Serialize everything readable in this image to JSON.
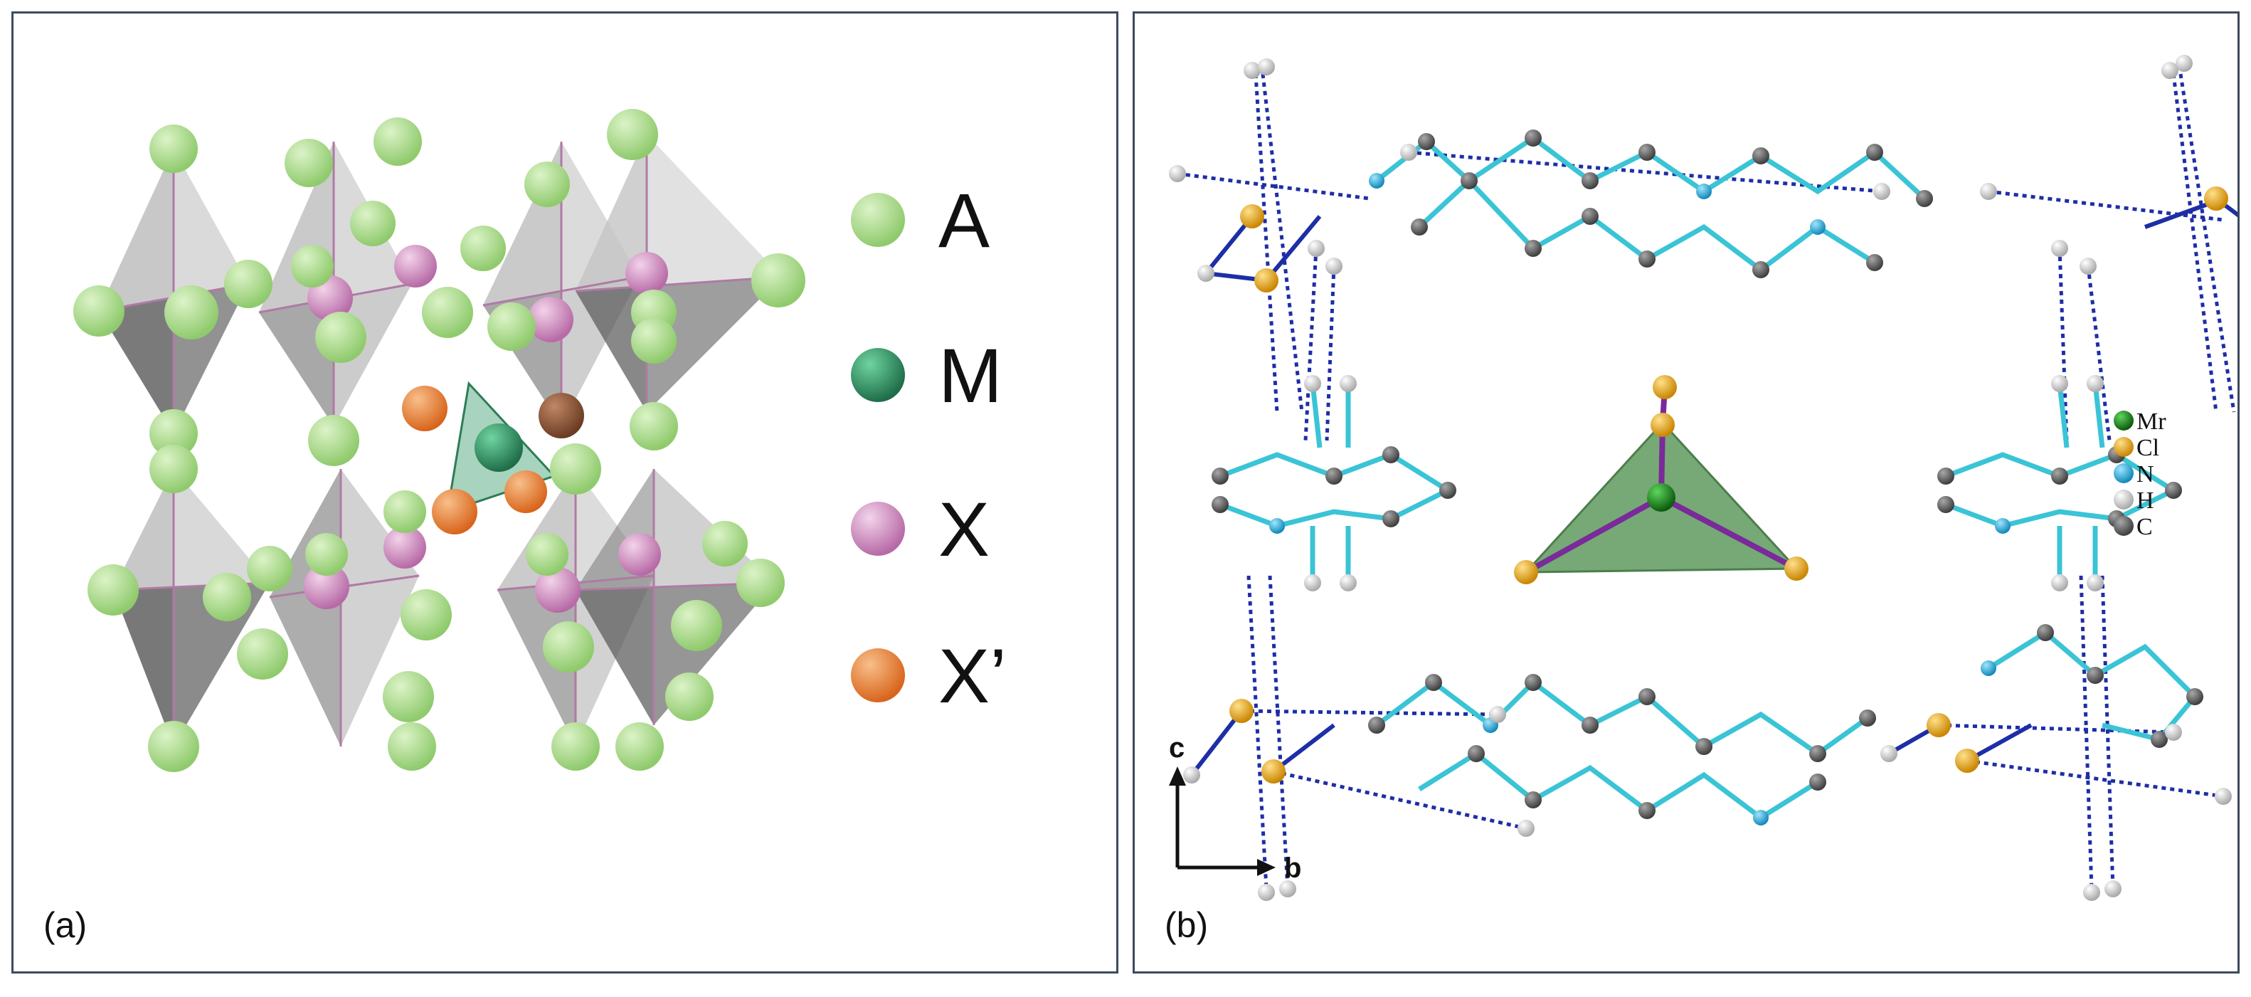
{
  "panel_a": {
    "caption": "(a)",
    "legend": [
      {
        "label": "A",
        "color": "#a9d98c"
      },
      {
        "label": "M",
        "color": "#3f9e6e"
      },
      {
        "label": "X",
        "color": "#cf8fc0"
      },
      {
        "label": "X’",
        "color": "#ec8a3c"
      }
    ]
  },
  "panel_b": {
    "caption": "(b)",
    "legend": [
      {
        "label": "Mr",
        "color": "#1f7a1f"
      },
      {
        "label": "Cl",
        "color": "#e8a316"
      },
      {
        "label": "N",
        "color": "#22b0e0"
      },
      {
        "label": "H",
        "color": "#d2d2d2"
      },
      {
        "label": "C",
        "color": "#6a6a6a"
      }
    ],
    "axes": {
      "vertical": "c",
      "horizontal": "b"
    }
  }
}
